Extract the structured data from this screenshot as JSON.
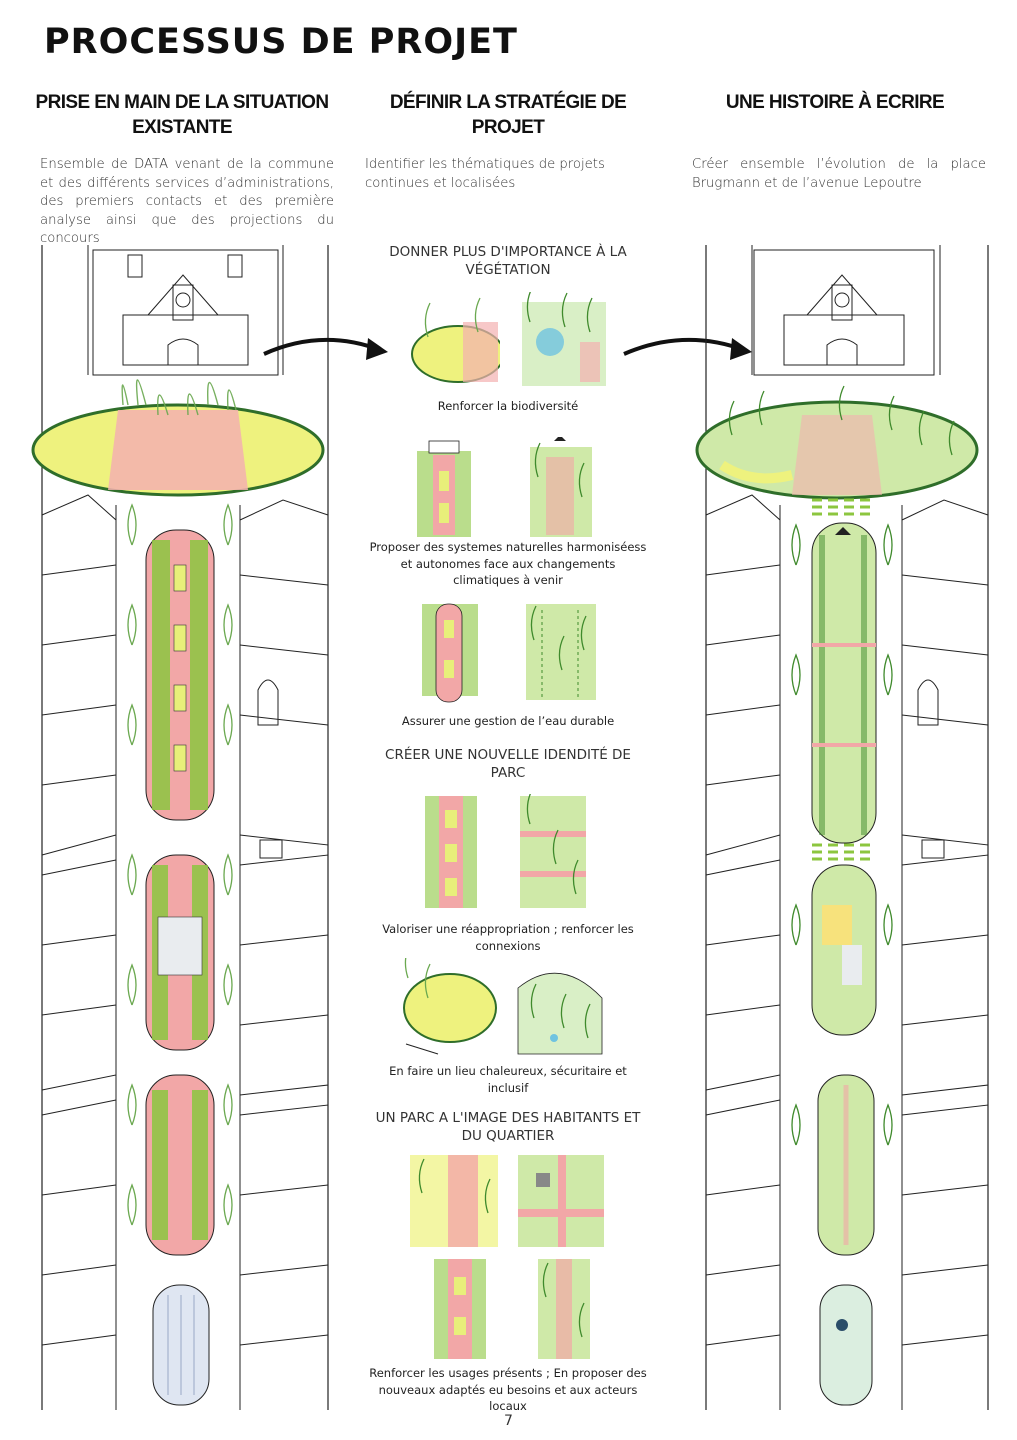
{
  "page": {
    "title": "PROCESSUS DE PROJET",
    "number": "7"
  },
  "columns": [
    {
      "heading": "PRISE EN MAIN DE LA SITUATION EXISTANTE",
      "text": "Ensemble de DATA venant de la commune et des différents services d’administrations, des premiers contacts et des première analyse ainsi que des projections du concours"
    },
    {
      "heading": "DÉFINIR LA STRATÉGIE DE PROJET",
      "text": "Identifier les thématiques de projets continues et localisées"
    },
    {
      "heading": "UNE HISTOIRE À ECRIRE",
      "text": "Créer ensemble l’évolution de la place Brugmann et de l’avenue Lepoutre"
    }
  ],
  "strategy": {
    "sections": [
      {
        "title": "DONNER PLUS D'IMPORTANCE À LA VÉGÉTATION",
        "items": [
          {
            "caption": "Renforcer la biodiversité"
          },
          {
            "caption": "Proposer des systemes naturelles harmoniséess et autonomes face aux changements climatiques à venir"
          },
          {
            "caption": "Assurer une gestion de l’eau durable"
          }
        ]
      },
      {
        "title": "CRÉER UNE NOUVELLE IDENDITÉ DE PARC",
        "items": [
          {
            "caption": "Valoriser une réappropriation ; renforcer les connexions"
          },
          {
            "caption": "En faire un lieu chaleureux, sécuritaire et inclusif"
          }
        ]
      },
      {
        "title": "UN PARC A L'IMAGE DES HABITANTS ET DU QUARTIER",
        "items": [
          {
            "caption": "Renforcer les usages présents ; En proposer des nouveaux adaptés eu besoins et aux acteurs locaux"
          }
        ]
      }
    ]
  },
  "colors": {
    "ink": "#1a1a1a",
    "grass": "#8cc63f",
    "lawn": "#e8ef7a",
    "path": "#f2a7a7",
    "tree": "#5aa83a",
    "water": "#6fc3e0"
  }
}
